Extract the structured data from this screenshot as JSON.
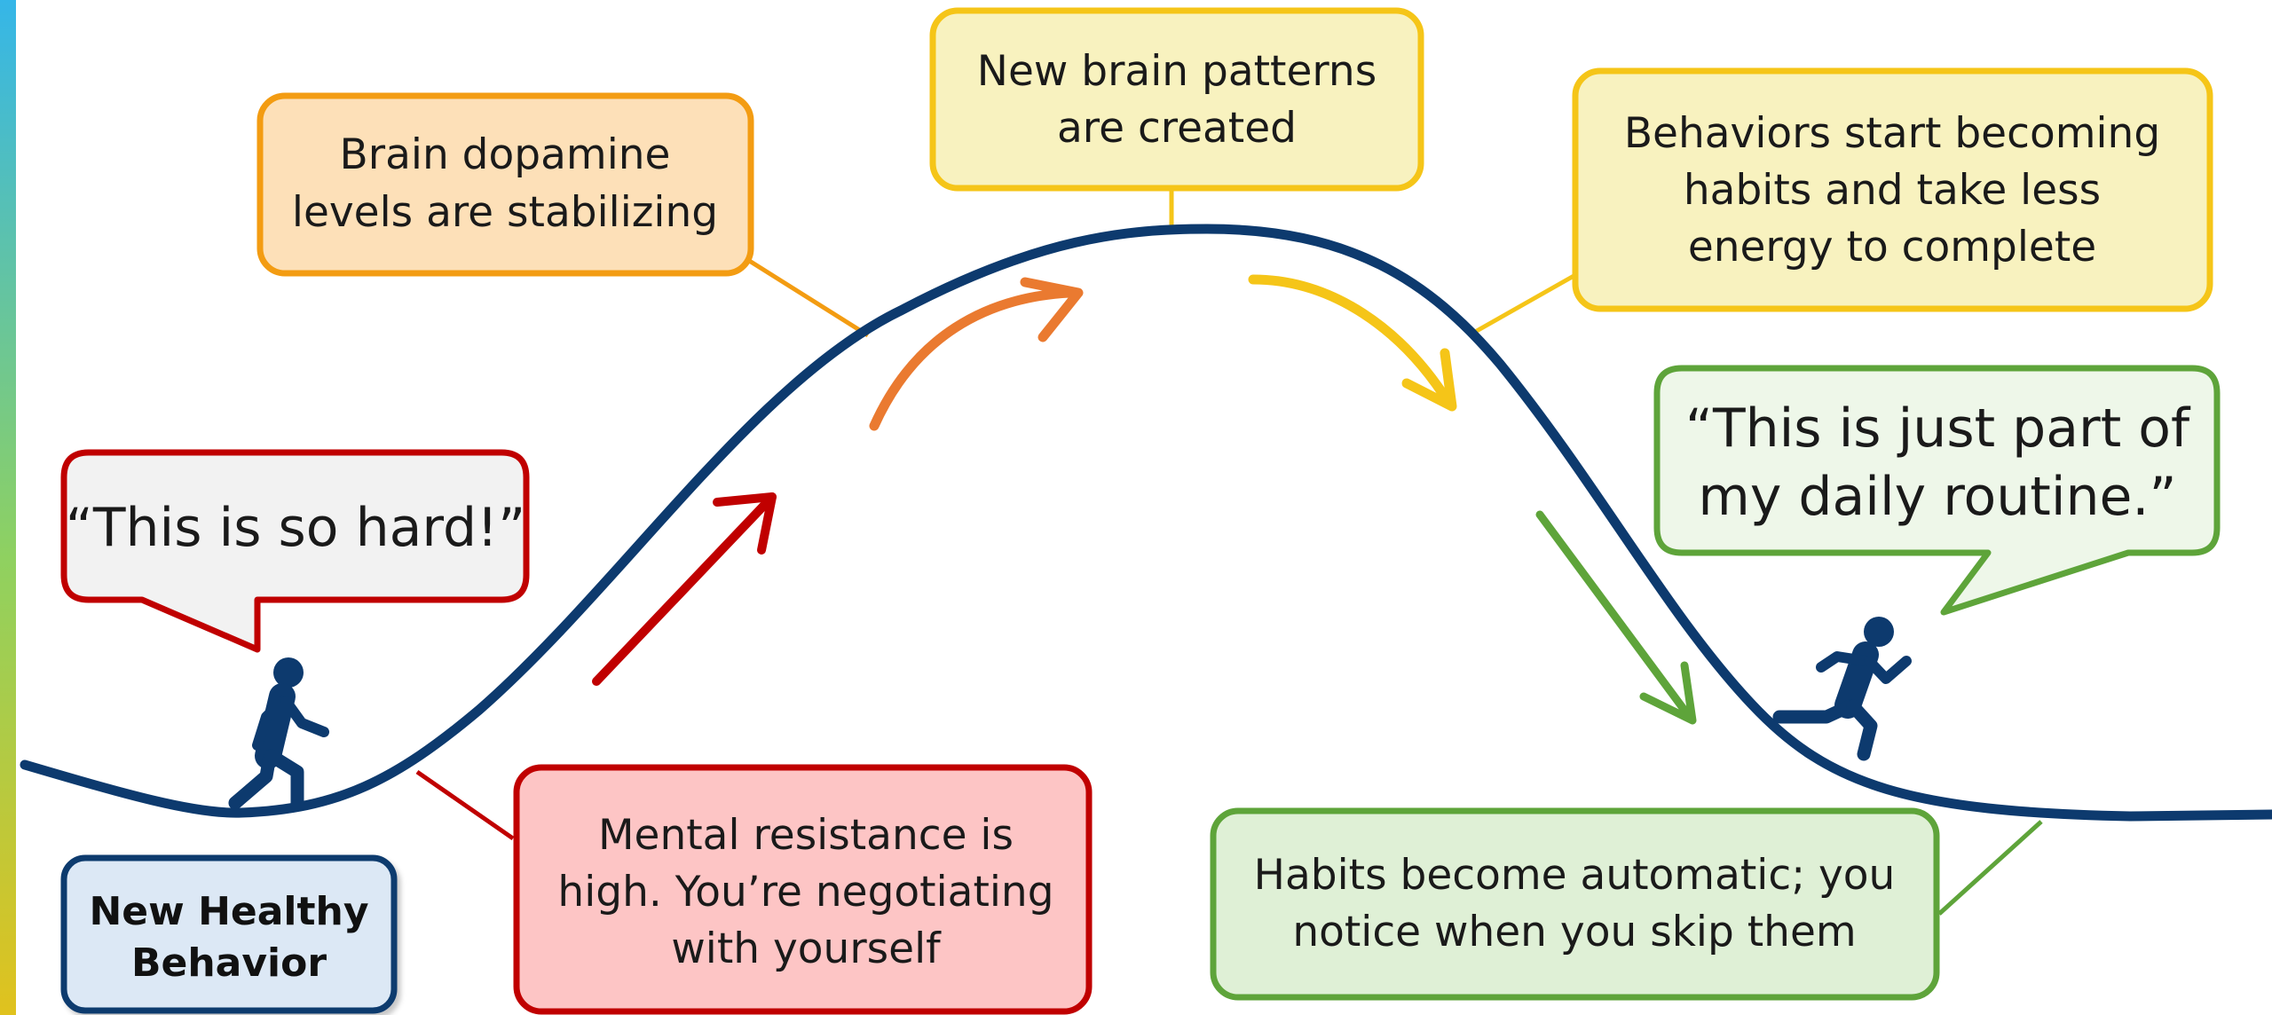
{
  "colors": {
    "curve": "#0d3a6e",
    "red": "#c00000",
    "red_fill": "#fdc5c5",
    "orange": "#f39c12",
    "orange_fill": "#fde0b8",
    "yellow": "#f5c518",
    "yellow_fill": "#f8f2bf",
    "green": "#5ea43a",
    "green_fill": "#dff0d6",
    "green_light_fill": "#eef7e9",
    "gray_fill": "#f2f2f2",
    "blue_fill": "#dce8f5",
    "orange_arrow": "#ea7a30",
    "left_bar_top": "#35b6e8",
    "left_bar_bottom": "#e0c21e"
  },
  "stages": {
    "start_label": [
      "New Healthy",
      "Behavior"
    ],
    "resistance": [
      "Mental resistance is",
      "high. You’re negotiating",
      "with yourself"
    ],
    "dopamine": [
      "Brain dopamine",
      "levels are stabilizing"
    ],
    "patterns": [
      "New brain patterns",
      "are created"
    ],
    "habits_forming": [
      "Behaviors start becoming",
      "habits and take less",
      "energy to complete"
    ],
    "automatic": [
      "Habits become automatic; you",
      "notice when you skip them"
    ]
  },
  "speech": {
    "hard": "“This is so hard!”",
    "routine": [
      "“This is just part of",
      "my daily routine.”"
    ]
  },
  "icons": [
    "walking-person-icon",
    "running-person-icon"
  ]
}
